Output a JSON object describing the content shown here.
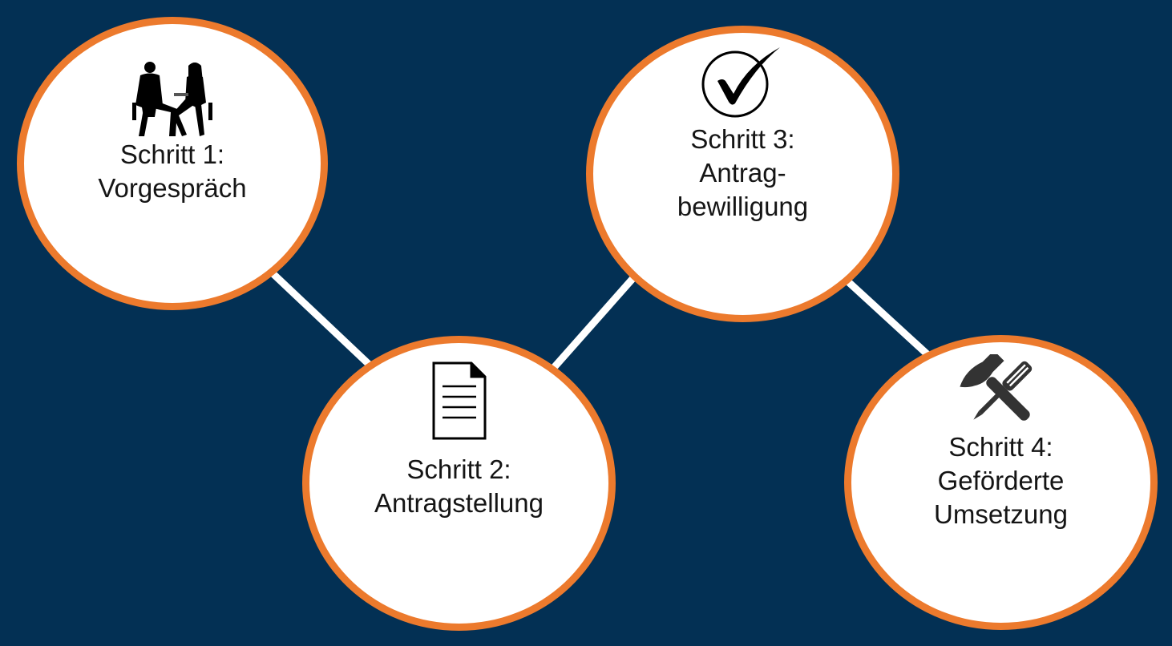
{
  "colors": {
    "background": "#033054",
    "circle_fill": "#ffffff",
    "circle_border": "#ec7a2d",
    "connector": "#ffffff",
    "text": "#151515"
  },
  "steps": [
    {
      "icon": "business-meeting-icon",
      "line1": "Schritt 1:",
      "line2": "Vorgespräch",
      "line3": ""
    },
    {
      "icon": "document-icon",
      "line1": "Schritt 2:",
      "line2": "Antragstellung",
      "line3": ""
    },
    {
      "icon": "checkmark-icon",
      "line1": "Schritt 3:",
      "line2": "Antrag-",
      "line3": "bewilligung"
    },
    {
      "icon": "hammer-screwdriver-icon",
      "line1": "Schritt 4:",
      "line2": "Geförderte",
      "line3": "Umsetzung"
    }
  ]
}
